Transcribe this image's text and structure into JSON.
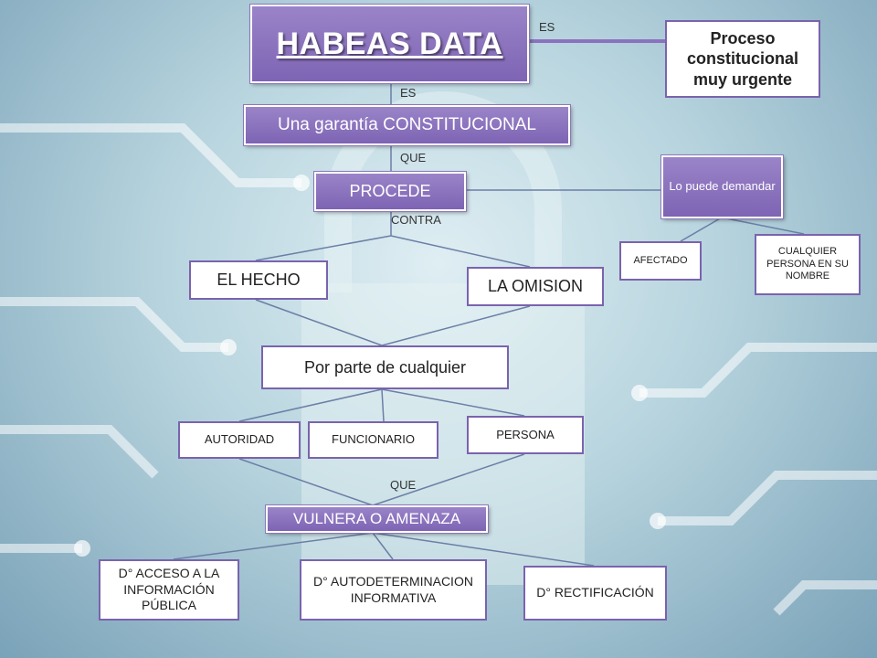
{
  "title": "HABEAS DATA",
  "nodes": {
    "proceso": "Proceso constitucional muy urgente",
    "garantia": "Una garantía CONSTITUCIONAL",
    "procede": "PROCEDE",
    "demandar": "Lo puede demandar",
    "afectado": "AFECTADO",
    "cualquier_persona": "CUALQUIER PERSONA EN SU NOMBRE",
    "hecho": "EL HECHO",
    "omision": "LA OMISION",
    "por_parte": "Por parte de cualquier",
    "autoridad": "AUTORIDAD",
    "funcionario": "FUNCIONARIO",
    "persona": "PERSONA",
    "vulnera": "VULNERA O AMENAZA",
    "acceso": "D° ACCESO A LA INFORMACIÓN PÚBLICA",
    "autodeterminacion": "D° AUTODETERMINACION INFORMATIVA",
    "rectificacion": "D° RECTIFICACIÓN"
  },
  "labels": {
    "es_right": "ES",
    "es_down": "ES",
    "que_1": "QUE",
    "contra": "CONTRA",
    "que_2": "QUE"
  },
  "colors": {
    "node_purple": "#8a72be",
    "border_purple": "#7a63ae"
  }
}
